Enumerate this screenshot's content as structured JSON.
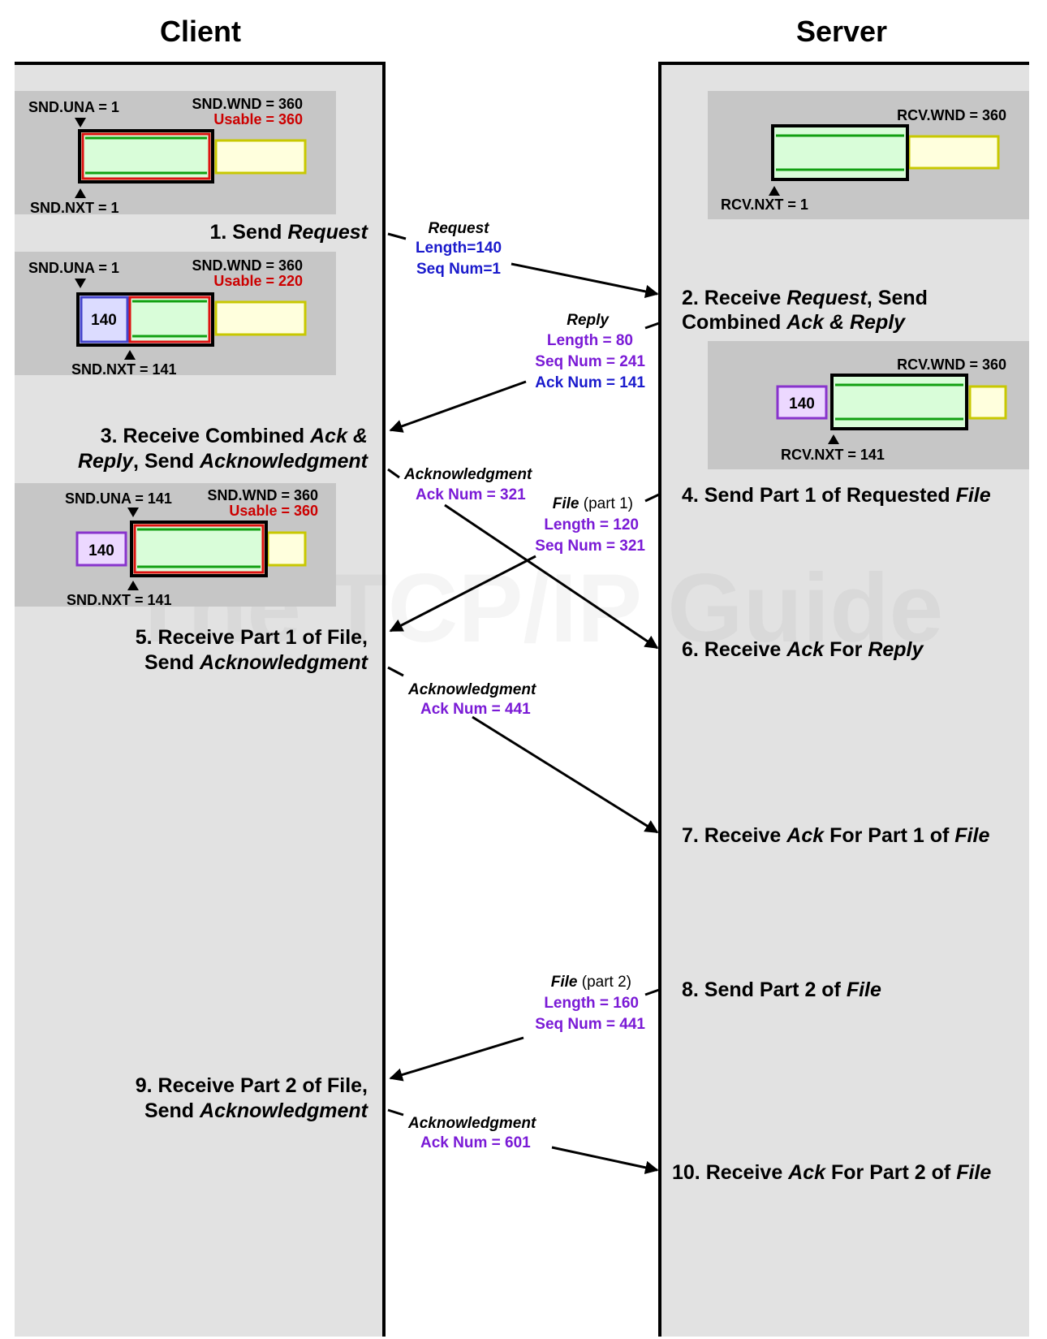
{
  "columns": {
    "client": "Client",
    "server": "Server"
  },
  "watermark": "The TCP/IP Guide",
  "colors": {
    "panel": "#e2e2e2",
    "inner_box": "#c6c6c6",
    "green_fill": "#d9fdd9",
    "green_line": "#11a011",
    "yellow_fill": "#ffffdd",
    "yellow_line": "#c8c800",
    "red_box": "#dd1111",
    "blue_box": "#4444cc",
    "blue_fill": "#dcdcff",
    "purple_box": "#8833cc",
    "purple_fill": "#ecd8ff"
  },
  "client_boxes": [
    {
      "snd_una": "SND.UNA = 1",
      "snd_wnd": "SND.WND = 360",
      "usable": "Usable = 360",
      "snd_nxt": "SND.NXT = 1"
    },
    {
      "snd_una": "SND.UNA = 1",
      "snd_wnd": "SND.WND = 360",
      "usable": "Usable = 220",
      "snd_nxt": "SND.NXT = 141",
      "block": "140"
    },
    {
      "snd_una": "SND.UNA = 141",
      "snd_wnd": "SND.WND = 360",
      "usable": "Usable = 360",
      "snd_nxt": "SND.NXT = 141",
      "block": "140"
    }
  ],
  "server_boxes": [
    {
      "rcv_wnd": "RCV.WND = 360",
      "rcv_nxt": "RCV.NXT = 1"
    },
    {
      "rcv_wnd": "RCV.WND = 360",
      "rcv_nxt": "RCV.NXT = 141",
      "block": "140"
    }
  ],
  "steps": {
    "s1": {
      "a": "1. Send ",
      "b": "Request"
    },
    "s2": {
      "a": "2. Receive ",
      "b": "Request",
      "c": ", Send",
      "d": "Combined ",
      "e": "Ack & Reply"
    },
    "s3": {
      "a": "3. Receive Combined ",
      "b": "Ack &",
      "c": "Reply",
      "d": ", Send ",
      "e": "Acknowledgment"
    },
    "s4": {
      "a": "4. Send Part 1 of Requested ",
      "b": "File"
    },
    "s5": {
      "a": "5. Receive Part 1 of File,",
      "b": "Send ",
      "c": "Acknowledgment"
    },
    "s6": {
      "a": "6. Receive ",
      "b": "Ack",
      "c": " For ",
      "d": "Reply"
    },
    "s7": {
      "a": "7. Receive ",
      "b": "Ack",
      "c": " For Part 1 of ",
      "d": "File"
    },
    "s8": {
      "a": "8. Send Part 2 of ",
      "b": "File"
    },
    "s9": {
      "a": "9. Receive Part 2 of File,",
      "b": "Send ",
      "c": "Acknowledgment"
    },
    "s10": {
      "a": "10. Receive ",
      "b": "Ack",
      "c": " For Part 2 of ",
      "d": "File"
    }
  },
  "messages": {
    "m1": {
      "name": "Request",
      "length": "Length=140",
      "seq": "Seq Num=1"
    },
    "m2": {
      "name": "Reply",
      "length": "Length = 80",
      "seq": "Seq Num = 241",
      "ack": "Ack Num = 141"
    },
    "m3": {
      "name": "Acknowledgment",
      "ack": "Ack Num = 321"
    },
    "m4": {
      "name": "File",
      "part": " (part 1)",
      "length": "Length = 120",
      "seq": "Seq Num = 321"
    },
    "m5": {
      "name": "Acknowledgment",
      "ack": "Ack Num = 441"
    },
    "m6": {
      "name": "File",
      "part": " (part 2)",
      "length": "Length = 160",
      "seq": "Seq Num = 441"
    },
    "m7": {
      "name": "Acknowledgment",
      "ack": "Ack Num = 601"
    }
  }
}
